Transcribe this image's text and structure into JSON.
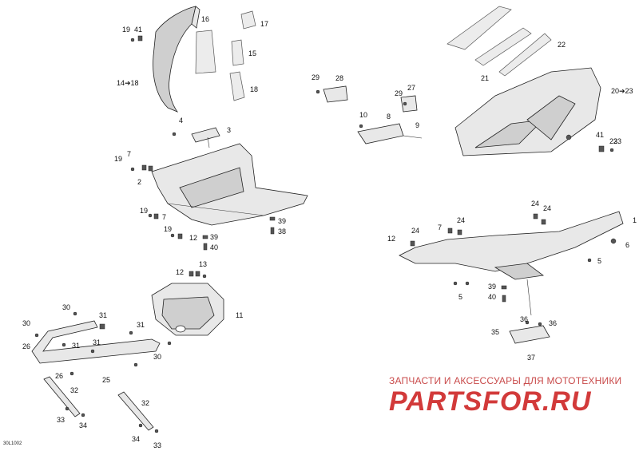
{
  "figure_code": "30L1002",
  "watermark": {
    "caption": "ЗАПЧАСТИ И АКСЕССУАРЫ ДЛЯ МОТОТЕХНИКИ",
    "logo": "PARTSFOR.RU"
  },
  "callouts": [
    "19",
    "41",
    "16",
    "17",
    "15",
    "14➔18",
    "18",
    "4",
    "3",
    "7",
    "19",
    "2",
    "19",
    "7",
    "19",
    "12",
    "39",
    "38",
    "39",
    "40",
    "29",
    "28",
    "27",
    "29",
    "10",
    "8",
    "9",
    "23",
    "22",
    "21",
    "20➔23",
    "41",
    "23",
    "1",
    "24",
    "7",
    "24",
    "12",
    "24",
    "24",
    "6",
    "5",
    "5",
    "39",
    "40",
    "36",
    "36",
    "35",
    "37",
    "13",
    "12",
    "11",
    "30",
    "31",
    "30",
    "31",
    "26",
    "31",
    "31",
    "25",
    "26",
    "30",
    "32",
    "33",
    "34",
    "32",
    "34",
    "33"
  ]
}
